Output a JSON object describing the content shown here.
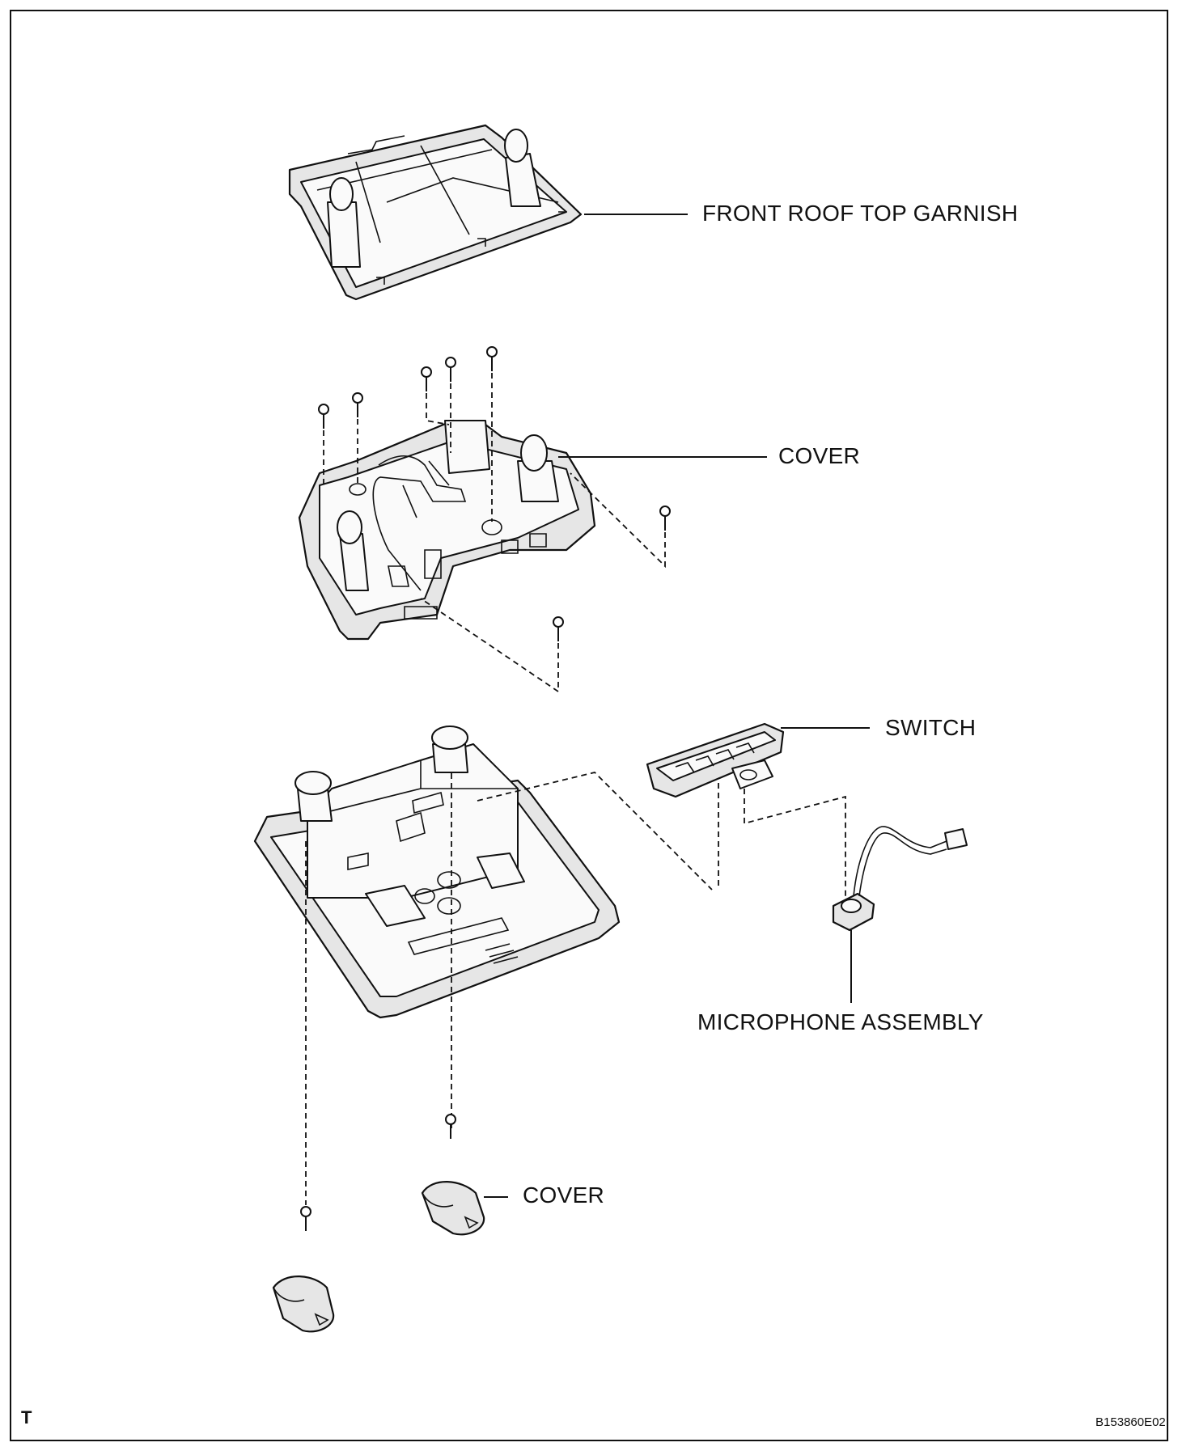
{
  "labels": {
    "front_roof_top_garnish": "FRONT ROOF TOP GARNISH",
    "cover_upper": "COVER",
    "switch": "SWITCH",
    "microphone_assembly": "MICROPHONE ASSEMBLY",
    "cover_lower": "COVER"
  },
  "corner_mark": "T",
  "figure_id": "B153860E02"
}
